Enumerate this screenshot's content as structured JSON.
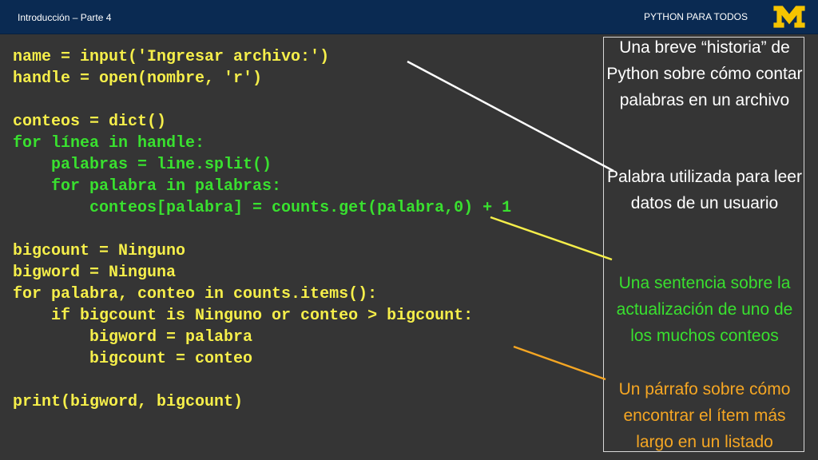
{
  "header": {
    "left_title": "Introducción – Parte 4",
    "right_title": "PYTHON PARA TODOS",
    "logo_icon": "block-m-logo",
    "logo_color": "#f5c400"
  },
  "code_lines": [
    {
      "text": "name = input('Ingresar archivo:')",
      "color": "yellow"
    },
    {
      "text": "handle = open(nombre, 'r')",
      "color": "yellow"
    },
    {
      "text": "",
      "color": "yellow"
    },
    {
      "text": "conteos = dict()",
      "color": "yellow"
    },
    {
      "text": "for línea in handle:",
      "color": "green"
    },
    {
      "text": "    palabras = line.split()",
      "color": "green"
    },
    {
      "text": "    for palabra in palabras:",
      "color": "green"
    },
    {
      "text": "        conteos[palabra] = counts.get(palabra,0) + 1",
      "color": "green"
    },
    {
      "text": "",
      "color": "yellow"
    },
    {
      "text": "bigcount = Ninguno",
      "color": "yellow"
    },
    {
      "text": "bigword = Ninguna",
      "color": "yellow"
    },
    {
      "text": "for palabra, conteo in counts.items():",
      "color": "yellow"
    },
    {
      "text": "    if bigcount is Ninguno or conteo > bigcount:",
      "color": "yellow"
    },
    {
      "text": "        bigword = palabra",
      "color": "yellow"
    },
    {
      "text": "        bigcount = conteo",
      "color": "yellow"
    },
    {
      "text": "",
      "color": "yellow"
    },
    {
      "text": "print(bigword, bigcount)",
      "color": "yellow"
    }
  ],
  "annotations": {
    "story": "Una breve “historia” de Python sobre cómo contar palabras en un archivo",
    "word": "Palabra utilizada para leer datos de un usuario",
    "sentence": "Una sentencia sobre la actualización de uno de los muchos conteos",
    "paragraph": "Un párrafo sobre cómo encontrar el ítem más largo en un listado"
  },
  "colors": {
    "background": "#353535",
    "header": "#0a2a52",
    "code_yellow": "#f5ee4a",
    "code_green": "#39e02f",
    "pointer_white": "#ffffff",
    "pointer_yellow": "#f5ee4a",
    "pointer_orange": "#f5a623"
  }
}
